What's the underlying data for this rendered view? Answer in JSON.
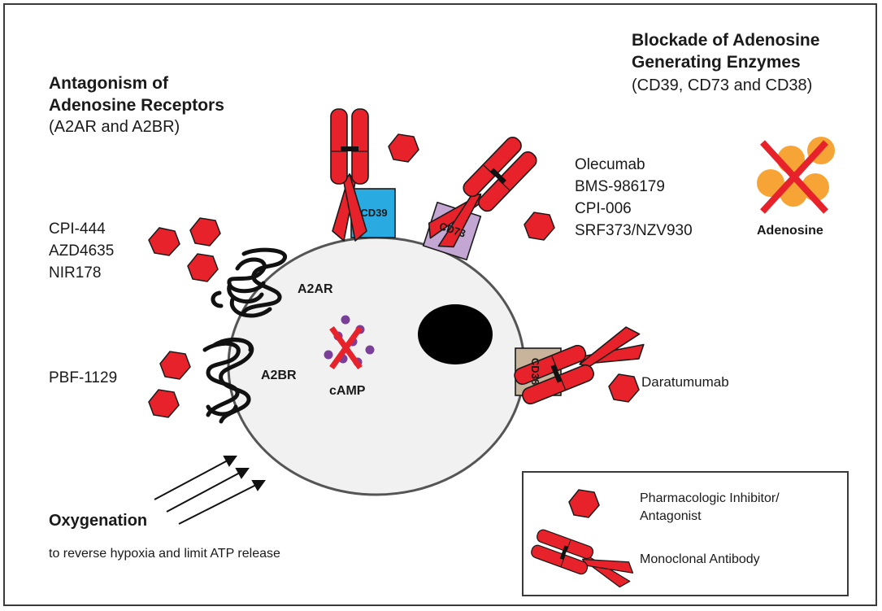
{
  "headings": {
    "receptors_title_line1": "Antagonism of",
    "receptors_title_line2": "Adenosine Receptors",
    "receptors_sub": "(A2AR and A2BR)",
    "enzymes_title_line1": "Blockade of Adenosine",
    "enzymes_title_line2": "Generating Enzymes",
    "enzymes_sub": "(CD39, CD73 and CD38)"
  },
  "drugs": {
    "a2ar_inhibitors": [
      "CPI-444",
      "AZD4635",
      "NIR178"
    ],
    "a2br_inhibitor": "PBF-1129",
    "cd73_antibodies": [
      "Olecumab",
      "BMS-986179",
      "CPI-006",
      "SRF373/NZV930"
    ],
    "cd38_antibody": "Daratumumab"
  },
  "labels": {
    "a2ar": "A2AR",
    "a2br": "A2BR",
    "camp": "cAMP",
    "cd39": "CD39",
    "cd73": "CD73",
    "cd38": "CD38",
    "adenosine": "Adenosine",
    "oxygenation": "Oxygenation",
    "oxygenation_sub": "to reverse hypoxia and limit ATP release"
  },
  "legend": {
    "inhibitor_line1": "Pharmacologic Inhibitor/",
    "inhibitor_line2": "Antagonist",
    "antibody": "Monoclonal Antibody"
  },
  "colors": {
    "inhibitor_red": "#e8222a",
    "cd39_blue": "#29abe2",
    "cd73_lilac": "#c4a6d3",
    "cd38_tan": "#c8b49a",
    "adenosine_orange": "#f7a02c",
    "camp_purple": "#7a3f99",
    "cross_red": "#e8222a"
  }
}
